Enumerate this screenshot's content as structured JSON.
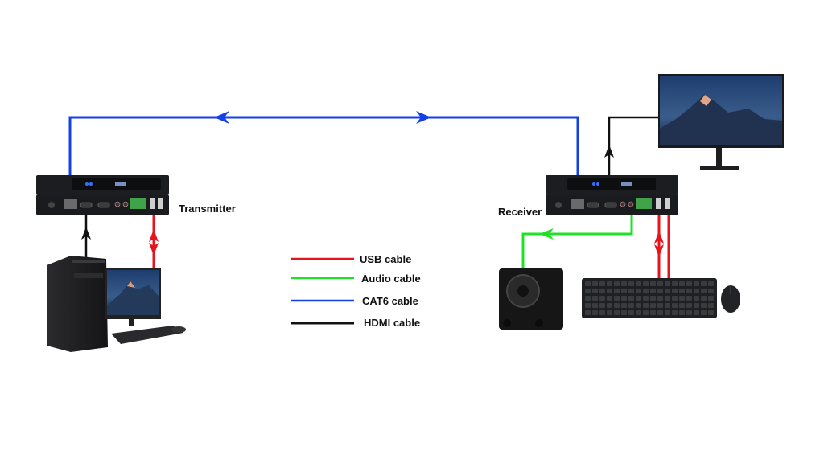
{
  "devices": {
    "transmitter": {
      "label": "Transmitter"
    },
    "receiver": {
      "label": "Receiver"
    }
  },
  "legend": [
    {
      "label": "USB cable",
      "color": "#e8141c",
      "cable": "usb"
    },
    {
      "label": "Audio cable",
      "color": "#22e02a",
      "cable": "audio"
    },
    {
      "label": "CAT6 cable",
      "color": "#1440e8",
      "cable": "cat6"
    },
    {
      "label": "HDMI cable",
      "color": "#111111",
      "cable": "hdmi"
    }
  ],
  "colors": {
    "usb": "#e8141c",
    "audio": "#22e02a",
    "cat6": "#1440e8",
    "hdmi": "#111111",
    "device_body": "#1c1d20",
    "led": "#3a6cff"
  },
  "connections": [
    {
      "from": "transmitter",
      "to": "receiver",
      "cable": "cat6",
      "direction": "bidirectional"
    },
    {
      "from": "pc",
      "to": "transmitter",
      "cable": "hdmi",
      "direction": "to-transmitter"
    },
    {
      "from": "pc",
      "to": "transmitter",
      "cable": "usb",
      "direction": "bidirectional"
    },
    {
      "from": "receiver",
      "to": "monitor",
      "cable": "hdmi",
      "direction": "to-monitor"
    },
    {
      "from": "receiver",
      "to": "speaker",
      "cable": "audio",
      "direction": "to-speaker"
    },
    {
      "from": "receiver",
      "to": "keyboard-mouse",
      "cable": "usb",
      "direction": "bidirectional"
    }
  ]
}
